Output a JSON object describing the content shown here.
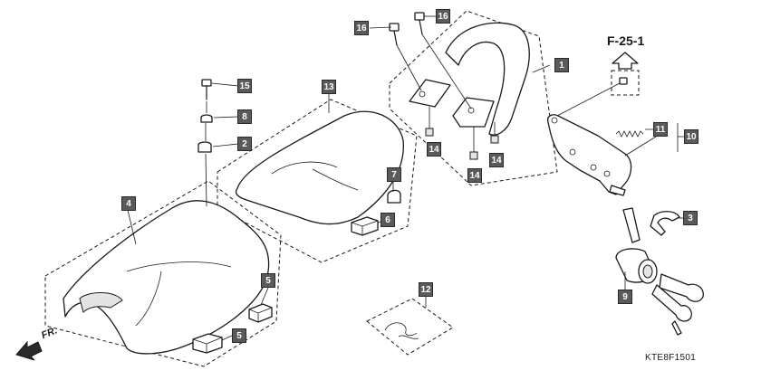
{
  "diagram": {
    "reference": "F-25-1",
    "direction_label": "FR.",
    "drawing_code": "KTE8F1501",
    "callouts": {
      "c1": "1",
      "c2": "2",
      "c3": "3",
      "c4": "4",
      "c5a": "5",
      "c5b": "5",
      "c6": "6",
      "c7": "7",
      "c8": "8",
      "c9": "9",
      "c10": "10",
      "c11": "11",
      "c12": "12",
      "c13": "13",
      "c14a": "14",
      "c14b": "14",
      "c14c": "14",
      "c15": "15",
      "c16a": "16",
      "c16b": "16"
    }
  }
}
